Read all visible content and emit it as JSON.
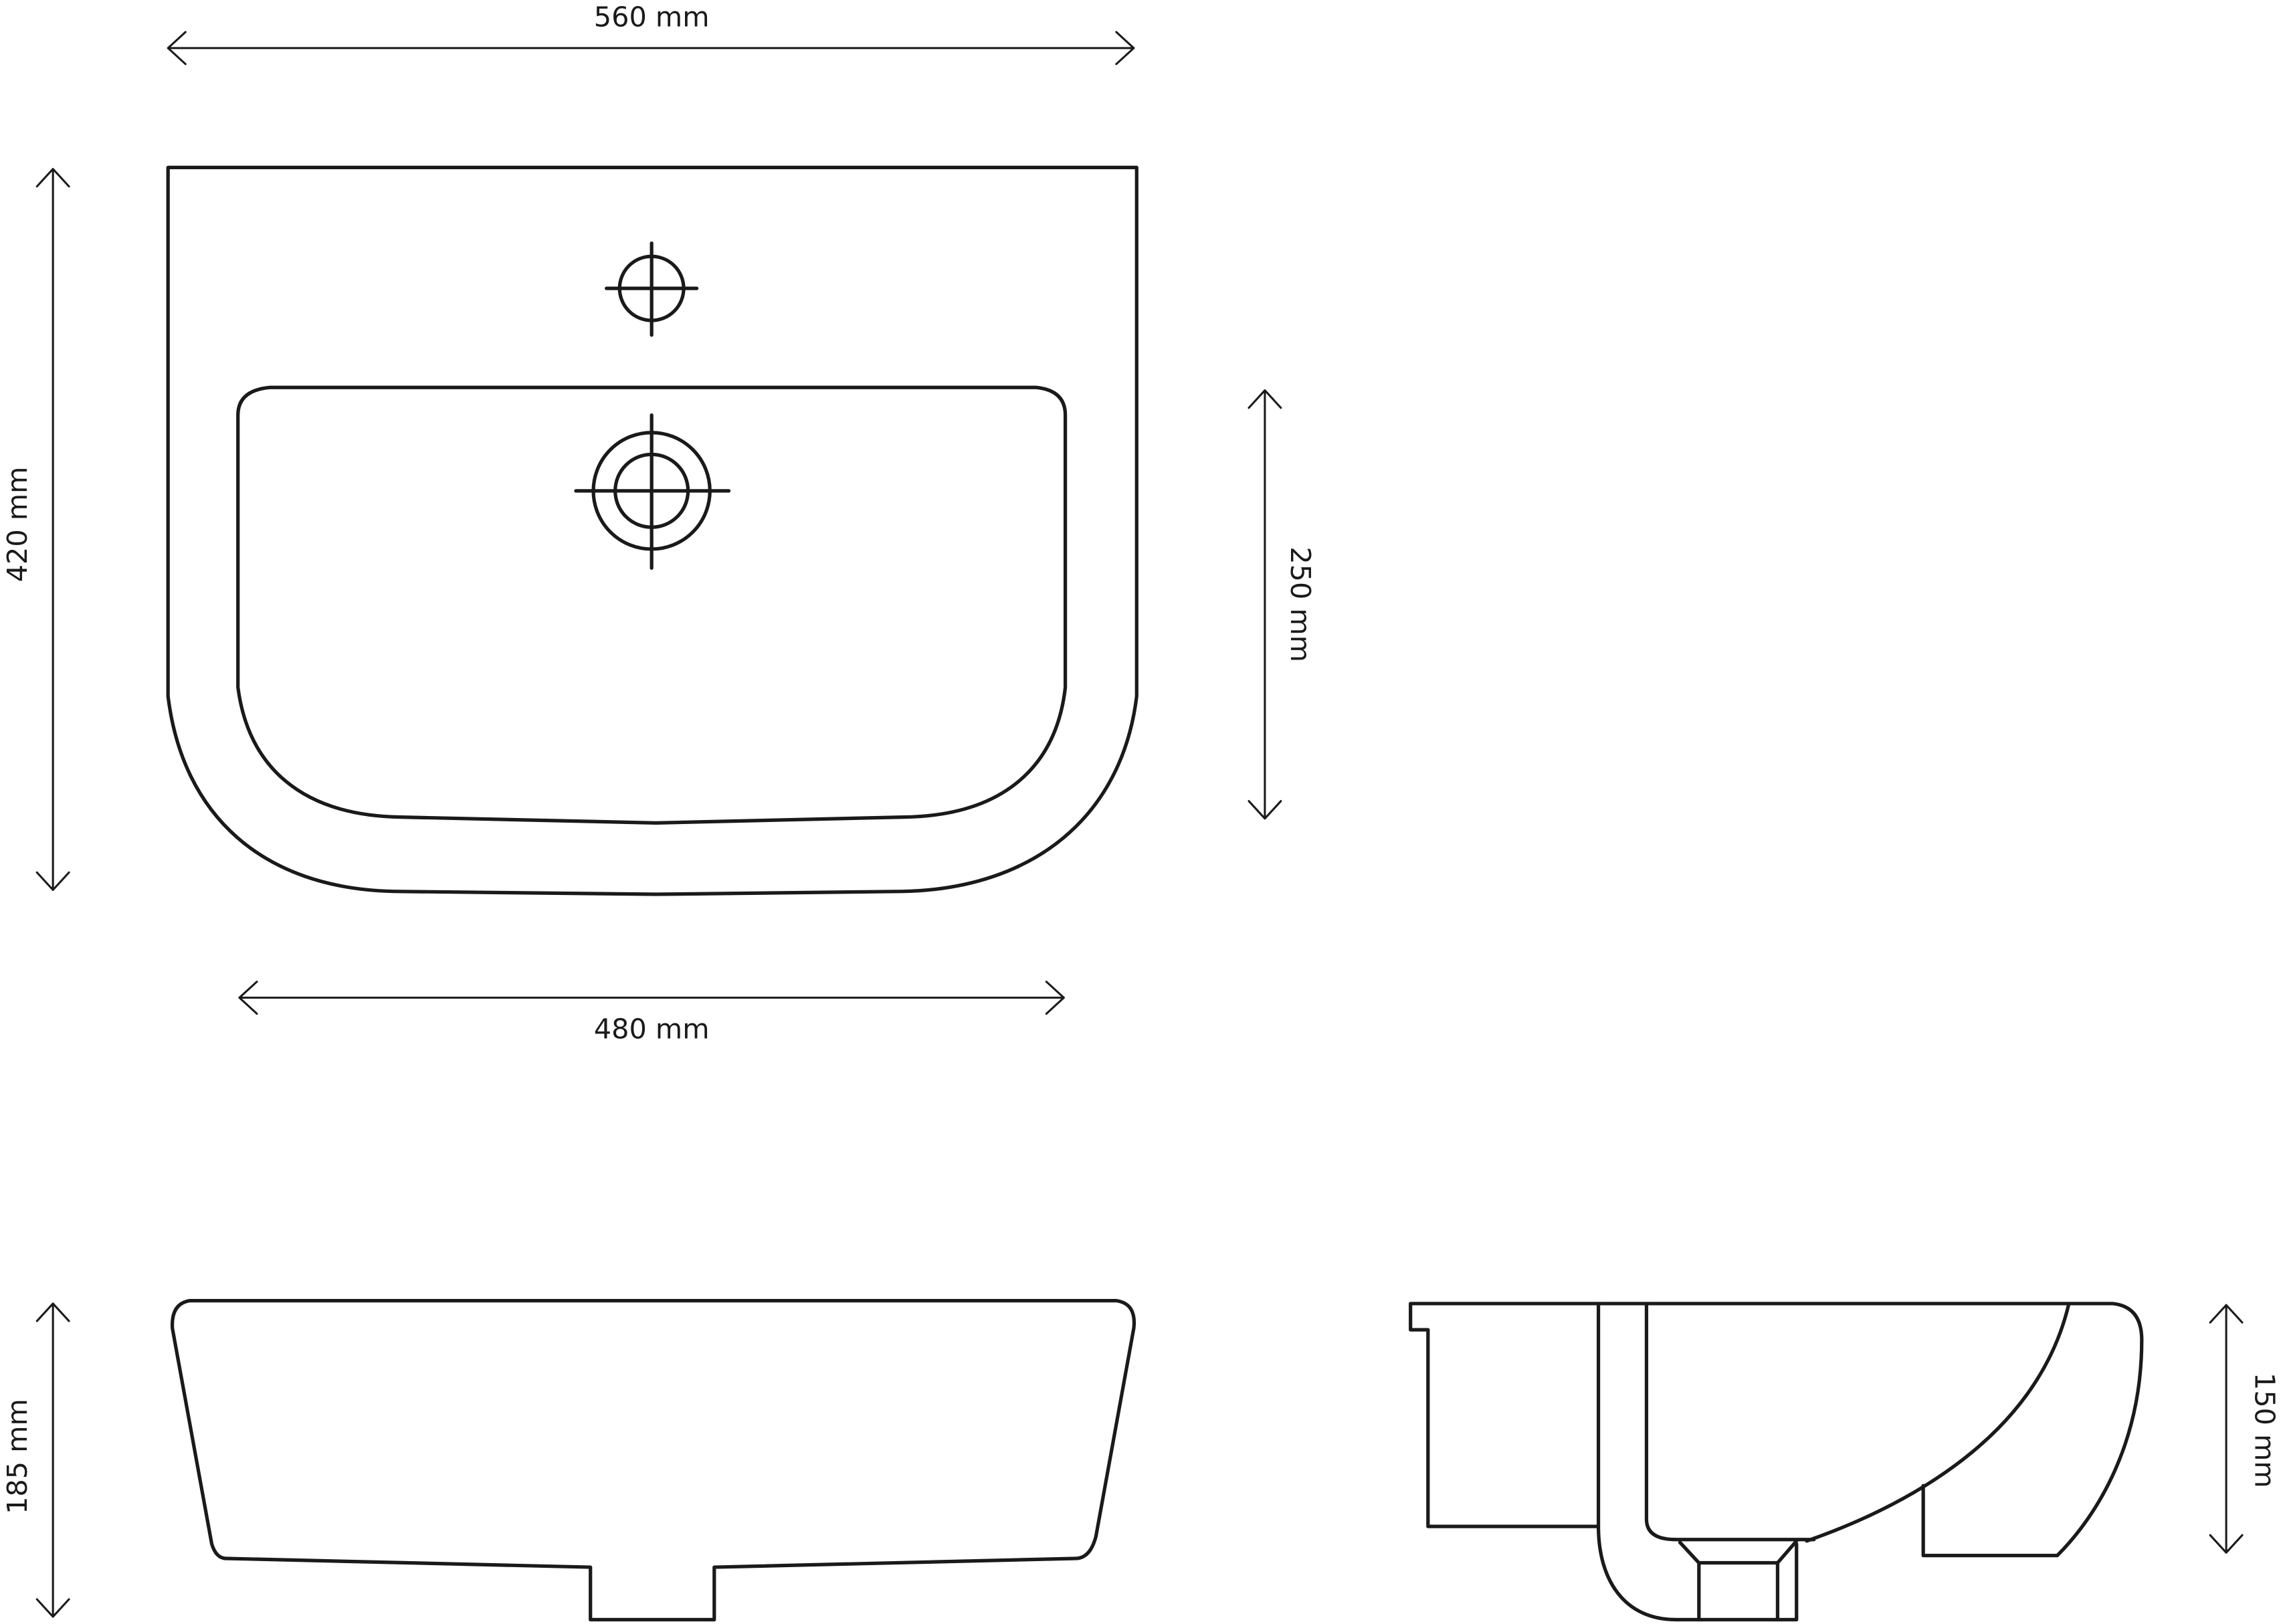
{
  "dimensions": {
    "top_width": "560 mm",
    "depth": "420 mm",
    "bowl_depth": "250 mm",
    "bowl_width": "480 mm",
    "front_height": "185 mm",
    "side_height": "150 mm"
  },
  "colors": {
    "line": "#1a1a1a",
    "background": "#ffffff"
  }
}
